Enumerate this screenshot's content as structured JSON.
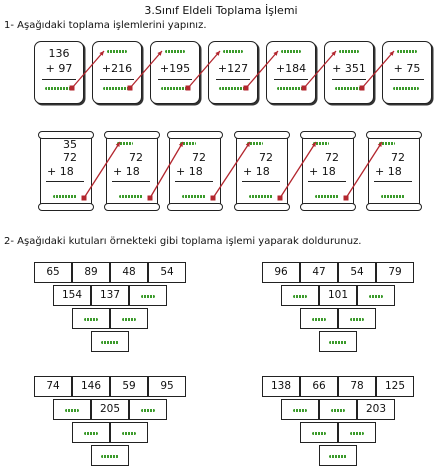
{
  "title": "3.Sınıf Eldeli Toplama İşlemi",
  "q1": "1- Aşağıdaki toplama işlemlerini yapınız.",
  "q2": "2- Aşağıdaki kutuları örnekteki gibi toplama işlemi yaparak doldurunuz.",
  "row1": [
    {
      "top": "136",
      "bottom": "+ 97"
    },
    {
      "top": "",
      "bottom": "+216"
    },
    {
      "top": "",
      "bottom": "+195"
    },
    {
      "top": "",
      "bottom": "+127"
    },
    {
      "top": "",
      "bottom": "+184"
    },
    {
      "top": "",
      "bottom": "+ 351"
    },
    {
      "top": "",
      "bottom": "+ 75"
    }
  ],
  "row2": [
    {
      "a": "35",
      "b": "72",
      "c": "+ 18"
    },
    {
      "a": "",
      "b": "72",
      "c": "+ 18"
    },
    {
      "a": "",
      "b": "72",
      "c": "+ 18"
    },
    {
      "a": "",
      "b": "72",
      "c": "+ 18"
    },
    {
      "a": "",
      "b": "72",
      "c": "+ 18"
    },
    {
      "a": "",
      "b": "72",
      "c": "+ 18"
    }
  ],
  "pyramids": [
    {
      "top": [
        "65",
        "89",
        "48",
        "54"
      ],
      "mid": [
        "154",
        "137",
        ""
      ],
      "low": [
        "",
        ""
      ],
      "bottom": [
        ""
      ]
    },
    {
      "top": [
        "96",
        "47",
        "54",
        "79"
      ],
      "mid": [
        "",
        "101",
        ""
      ],
      "low": [
        "",
        ""
      ],
      "bottom": [
        ""
      ]
    },
    {
      "top": [
        "74",
        "146",
        "59",
        "95"
      ],
      "mid": [
        "",
        "205",
        ""
      ],
      "low": [
        "",
        ""
      ],
      "bottom": [
        ""
      ]
    },
    {
      "top": [
        "138",
        "66",
        "78",
        "125"
      ],
      "mid": [
        "",
        "",
        "203"
      ],
      "low": [
        "",
        ""
      ],
      "bottom": [
        ""
      ]
    }
  ],
  "colors": {
    "arrow": "#b3262e",
    "answer_scribble": "#3a9a2a"
  }
}
